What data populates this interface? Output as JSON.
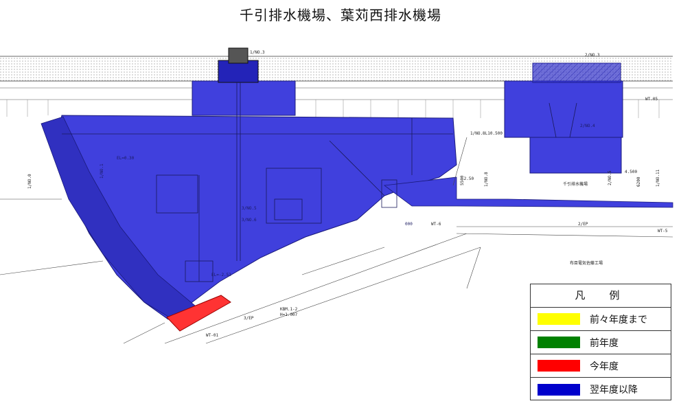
{
  "title": "千引排水機場、葉苅西排水機場",
  "legend": {
    "header": "凡　例",
    "items": [
      {
        "label": "前々年度まで",
        "color": "#ffff00"
      },
      {
        "label": "前年度",
        "color": "#008000"
      },
      {
        "label": "今年度",
        "color": "#ff0000"
      },
      {
        "label": "翌年度以降",
        "color": "#0000cc"
      }
    ]
  },
  "colors": {
    "plan_fill": "#4040dd",
    "plan_fill_dark": "#2323b8",
    "this_year": "#ff3333",
    "linework": "#222222"
  },
  "plan_labels": {
    "sta_no3_left": "1/NO.3",
    "sta_no3_right": "2/NO.3",
    "sta_no0": "1/NO.0",
    "sta_no1": "1/NO.1",
    "sta_no8": "1/NO.8",
    "sta_no10": "1/NO.8L10.500",
    "sta_no11": "1/NO.11",
    "sta_3no5": "3/NO.5",
    "sta_3no6": "3/NO.6",
    "sta_2no4": "2/NO.4",
    "sta_2no5": "2/NO.5",
    "sta_2ep": "2/EP",
    "sta_3ep": "3/EP",
    "dim_5500": "5500",
    "dim_6200": "6200",
    "bm": "KBM.1-2",
    "bm_h": "H=1.007",
    "wt01": "WT-01",
    "wt6": "WT-6",
    "wt05": "WT.05",
    "wt5": "WT-5",
    "plant2": "千引排水機場",
    "factory": "布目電気佐藤工場",
    "el1": "EL=0.30",
    "el2": "EL=-2.53",
    "lvl_n250": "-2.50",
    "lvl_4500": "4.500",
    "lvl_000": "000"
  }
}
